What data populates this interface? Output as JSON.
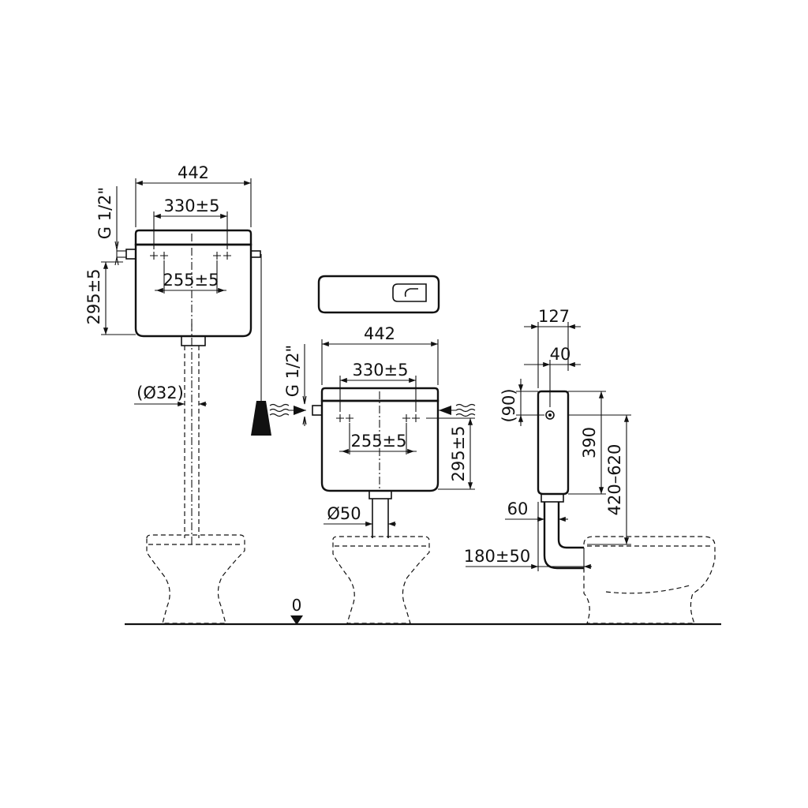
{
  "colors": {
    "line": "#111111",
    "background": "#ffffff"
  },
  "view_high": {
    "width": "442",
    "hole_spacing": "330±5",
    "inner_spacing": "255±5",
    "height": "295±5",
    "inlet": "G 1/2\"",
    "pipe": "(Ø32)"
  },
  "view_low": {
    "width": "442",
    "hole_spacing": "330±5",
    "inner_spacing": "255±5",
    "height": "295±5",
    "inlet": "G 1/2\"",
    "pipe": "Ø50"
  },
  "view_side": {
    "depth": "127",
    "offset": "40",
    "inlet_height": "(90)",
    "tank_height": "390",
    "range": "420–620",
    "pipe": "60",
    "projection": "180±50"
  },
  "floor": {
    "level": "0"
  }
}
